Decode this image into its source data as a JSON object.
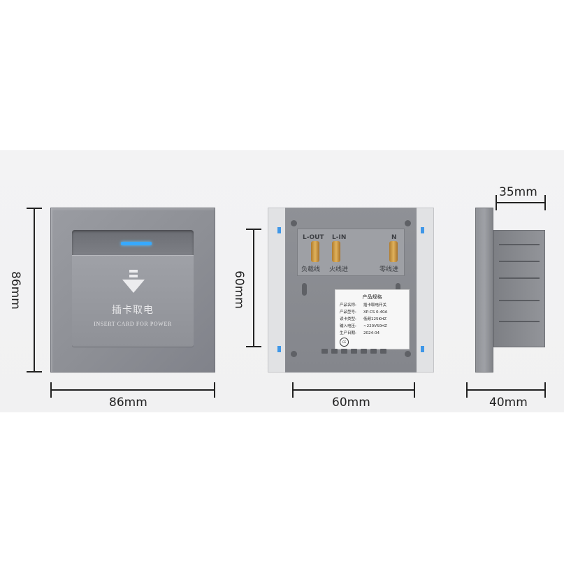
{
  "dimensions": {
    "front_height": "86mm",
    "front_width": "86mm",
    "back_height": "60mm",
    "back_width": "60mm",
    "side_depth_top": "35mm",
    "side_depth_bottom": "40mm"
  },
  "front": {
    "label_cn": "插卡取电",
    "label_en": "INSERT CARD FOR POWER",
    "led_color": "#37a9ff"
  },
  "back": {
    "terminals": {
      "l_out_label": "L-OUT",
      "l_in_label": "L-IN",
      "n_label": "N",
      "l_out_cn": "负载线",
      "l_in_cn": "火线进",
      "n_cn": "零线进"
    },
    "spec": {
      "title": "产品规格",
      "rows": [
        {
          "key": "产品名称:",
          "value": "插卡取电开关"
        },
        {
          "key": "产品型号:",
          "value": "XP-CS 0-40A"
        },
        {
          "key": "读卡类型:",
          "value": "低频125KHZ"
        },
        {
          "key": "输入电压:",
          "value": "~220V50HZ"
        },
        {
          "key": "生产日期:",
          "value": "2024-04"
        }
      ],
      "badge": "CE"
    }
  }
}
